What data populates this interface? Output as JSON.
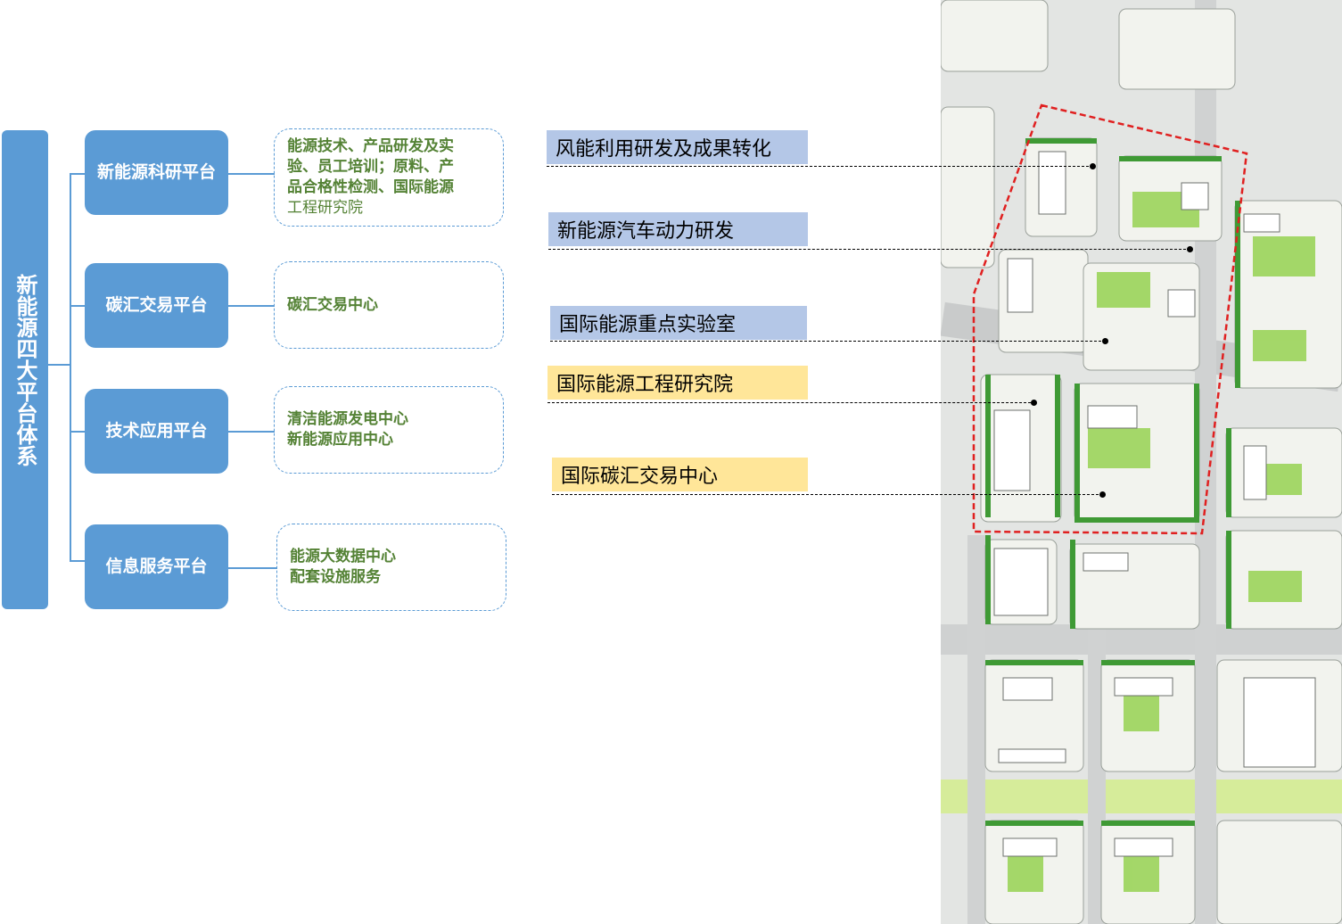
{
  "root": {
    "label": "新能源四大平台体系"
  },
  "platforms": [
    {
      "name": "新能源科研平台",
      "desc": [
        "能源技术、产品研发及实",
        "验、员工培训；原料、产",
        "品合格性检测、国际能源",
        "工程研究院"
      ]
    },
    {
      "name": "碳汇交易平台",
      "desc": [
        "碳汇交易中心"
      ]
    },
    {
      "name": "技术应用平台",
      "desc": [
        "清洁能源发电中心",
        "新能源应用中心"
      ]
    },
    {
      "name": "信息服务平台",
      "desc": [
        "能源大数据中心",
        "配套设施服务"
      ]
    }
  ],
  "callouts": [
    {
      "text": "风能利用研发及成果转化",
      "color": "#b4c7e7"
    },
    {
      "text": "新能源汽车动力研发",
      "color": "#b4c7e7"
    },
    {
      "text": "国际能源重点实验室",
      "color": "#b4c7e7"
    },
    {
      "text": "国际能源工程研究院",
      "color": "#ffe699"
    },
    {
      "text": "国际碳汇交易中心",
      "color": "#ffe699"
    }
  ],
  "colors": {
    "accent": "#5b9bd5",
    "desc_text": "#548235",
    "boundary": "#e02020",
    "greenery": "#7cc04a"
  }
}
